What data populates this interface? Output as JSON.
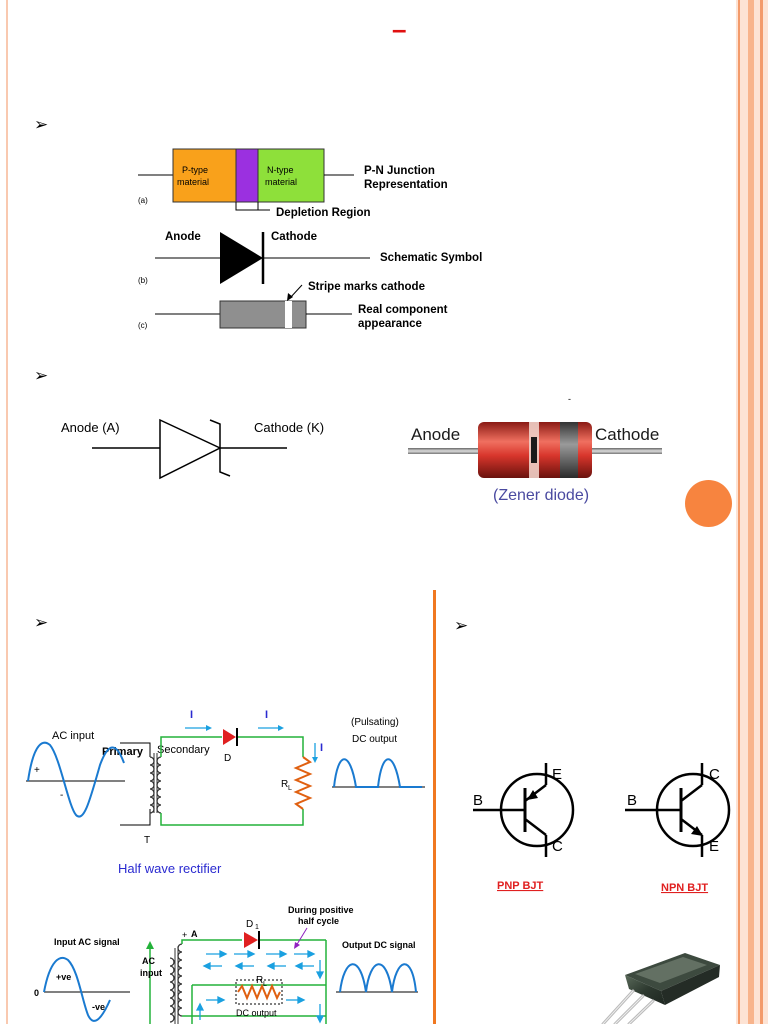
{
  "colors": {
    "accent": "#f08a4b",
    "orange_circle": "#f7843f",
    "divider": "#f07820",
    "border_pink": "#f9c9b0",
    "p_type": "#f9a11b",
    "depletion": "#9b30e0",
    "n_type": "#8ee03a",
    "title_dash": "#e01010",
    "rectifier_title": "#2a2ad0",
    "bjt_label": "#e02020",
    "arrow_cyan": "#1aa0e0",
    "wire_green": "#23b23a"
  },
  "header": {
    "title_mark": "–"
  },
  "bullets": {
    "glyph": "➢"
  },
  "pn_figure": {
    "p_type": "P-type\nmaterial",
    "n_type": "N-type\nmaterial",
    "label_a": "(a)",
    "label_b": "(b)",
    "label_c": "(c)",
    "junction_line1": "P-N Junction",
    "junction_line2": "Representation",
    "depletion": "Depletion Region",
    "anode": "Anode",
    "cathode": "Cathode",
    "schematic": "Schematic Symbol",
    "stripe": "Stripe marks cathode",
    "real_line1": "Real component",
    "real_line2": "appearance"
  },
  "zener_figure": {
    "anode_k": "Anode (A)",
    "cathode_k": "Cathode (K)",
    "anode": "Anode",
    "cathode": "Cathode",
    "caption": "(Zener diode)",
    "mark": "-"
  },
  "half_wave": {
    "ac_input": "AC input",
    "primary": "Primary",
    "secondary": "Secondary",
    "current1": "I",
    "current2": "I",
    "current3": "I",
    "diode": "D",
    "load": "R",
    "load_sub": "L",
    "transformer": "T",
    "plus": "+",
    "minus": "-",
    "out_line1": "(Pulsating)",
    "out_line2": "DC output",
    "title": "Half wave rectifier"
  },
  "full_wave": {
    "input": "Input AC signal",
    "plus_ve": "+ve",
    "minus_ve": "-ve",
    "zero": "0",
    "ac": "AC",
    "input2": "input",
    "node_a": "A",
    "diode": "D",
    "diode_sub": "1",
    "during1": "During positive",
    "during2": "half cycle",
    "load": "R",
    "load_sub": "L",
    "dc_output": "DC output",
    "output": "Output DC signal"
  },
  "bjt": {
    "pnp_b": "B",
    "pnp_e": "E",
    "pnp_c": "C",
    "npn_b": "B",
    "npn_c": "C",
    "npn_e": "E",
    "pnp_label": "PNP BJT",
    "npn_label": "NPN BJT"
  }
}
